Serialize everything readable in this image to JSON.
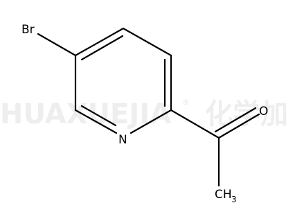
{
  "watermark": {
    "text": "HUAXUEJIA",
    "registered": "®",
    "cjk": "化学加"
  },
  "molecule": {
    "atoms": {
      "bromine": "Br",
      "nitrogen": "N",
      "oxygen": "O",
      "methyl_c": "CH",
      "methyl_sub": "3"
    }
  },
  "colors": {
    "bond": "#000000",
    "atom_text": "#000000",
    "watermark": "#eeeeee",
    "background": "#ffffff"
  }
}
